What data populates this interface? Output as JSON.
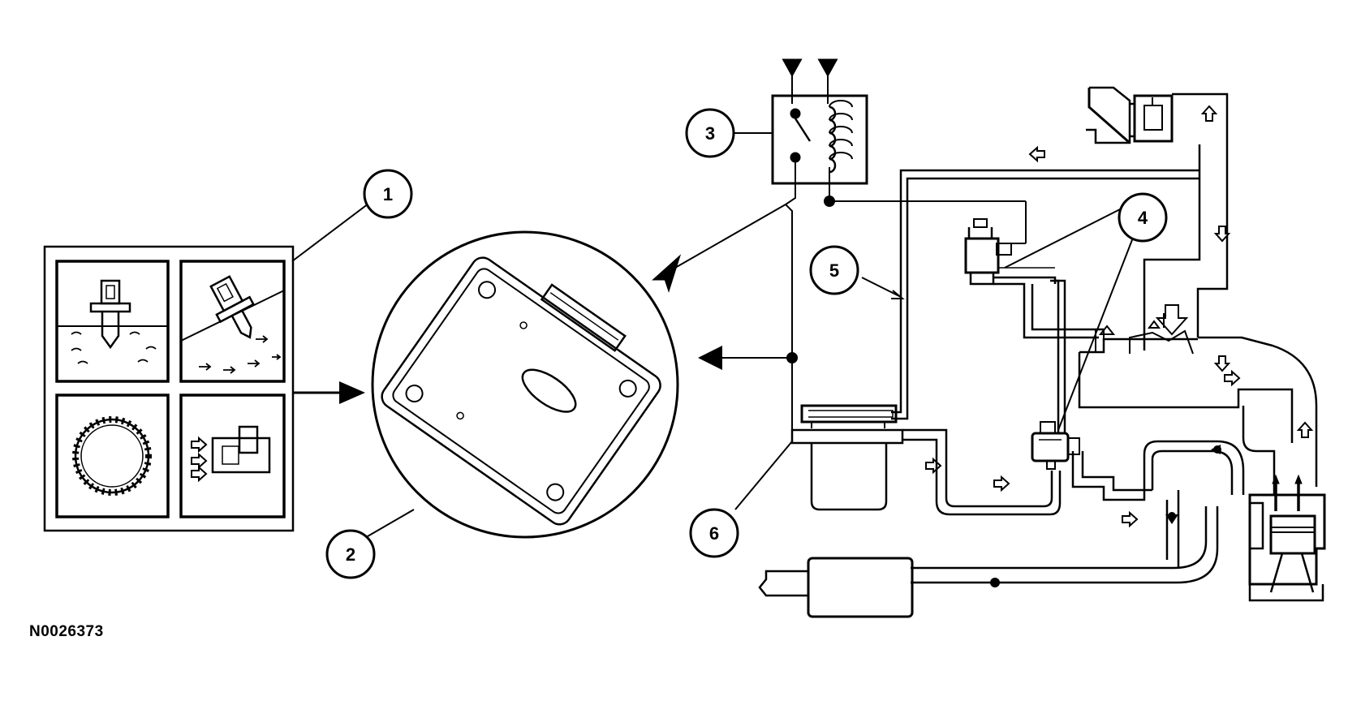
{
  "figure": {
    "reference_code": "N0026373",
    "callouts": [
      "1",
      "2",
      "3",
      "4",
      "5",
      "6"
    ]
  },
  "colors": {
    "ink": "#000000",
    "paper": "#ffffff"
  }
}
